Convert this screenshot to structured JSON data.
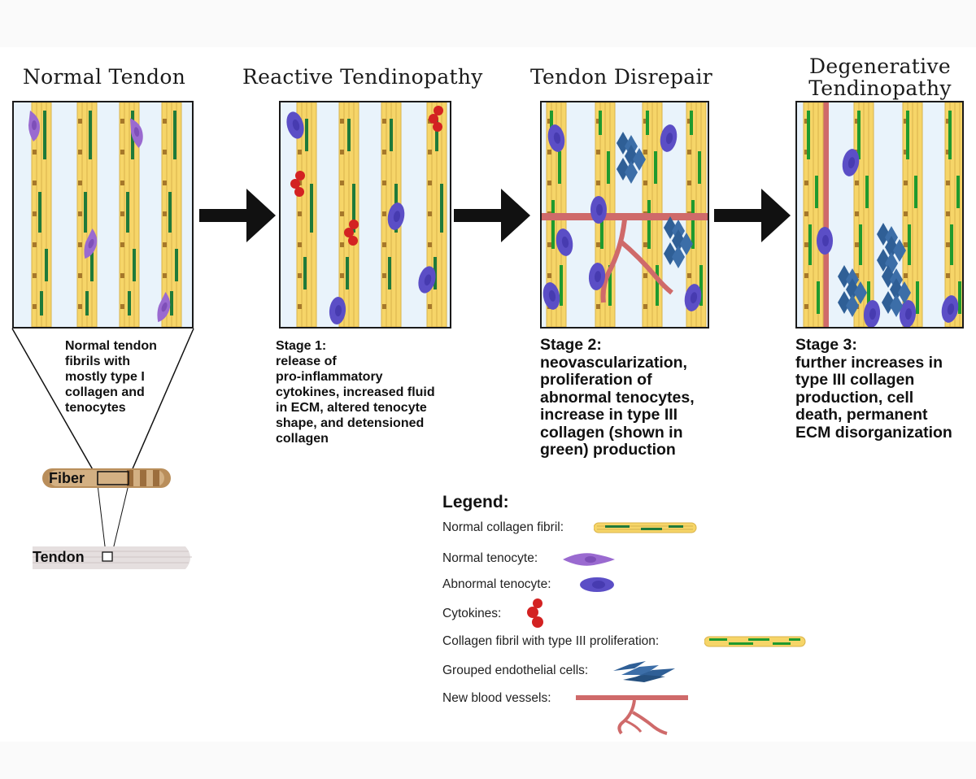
{
  "stages": [
    {
      "title": "Normal Tendon",
      "description": "Normal tendon\nfibrils with\nmostly type I\ncollagen and\ntenocytes"
    },
    {
      "title": "Reactive Tendinopathy",
      "description": "Stage 1:\nrelease of\npro-inflammatory\ncytokines, increased fluid\nin ECM, altered tenocyte\nshape, and detensioned\ncollagen"
    },
    {
      "title": "Tendon Disrepair",
      "description": "Stage 2:\nneovascularization,\nproliferation of\nabnormal tenocytes,\nincrease in type III\ncollagen (shown in\ngreen) production"
    },
    {
      "title_line1": "Degenerative",
      "title_line2": "Tendinopathy",
      "description": "Stage 3:\nfurther increases in\ntype III collagen\nproduction, cell\ndeath, permanent\nECM disorganization"
    }
  ],
  "zoom": {
    "fiber_label": "Fiber",
    "tendon_label": "Tendon"
  },
  "legend": {
    "title": "Legend:",
    "items": [
      {
        "label": "Normal collagen fibril:",
        "icon": "normal-collagen-fibril-icon"
      },
      {
        "label": "Normal tenocyte:",
        "icon": "normal-tenocyte-icon"
      },
      {
        "label": "Abnormal tenocyte:",
        "icon": "abnormal-tenocyte-icon"
      },
      {
        "label": "Cytokines:",
        "icon": "cytokines-icon"
      },
      {
        "label": "Collagen fibril with type III proliferation:",
        "icon": "type3-collagen-fibril-icon"
      },
      {
        "label": "Grouped endothelial cells:",
        "icon": "endothelial-cells-icon"
      },
      {
        "label": "New blood vessels:",
        "icon": "blood-vessel-icon"
      }
    ]
  },
  "colors": {
    "fibril_yellow": "#f6d568",
    "type1_green": "#1f7a3a",
    "type3_green": "#1f9a2e",
    "normal_tenocyte": "#9a6ad0",
    "abnormal_tenocyte": "#5b4ec6",
    "cytokine": "#d32222",
    "endothelial": "#2f5f96",
    "blood_vessel": "#cf6a6a",
    "panel_bg": "#e9f3fb"
  }
}
